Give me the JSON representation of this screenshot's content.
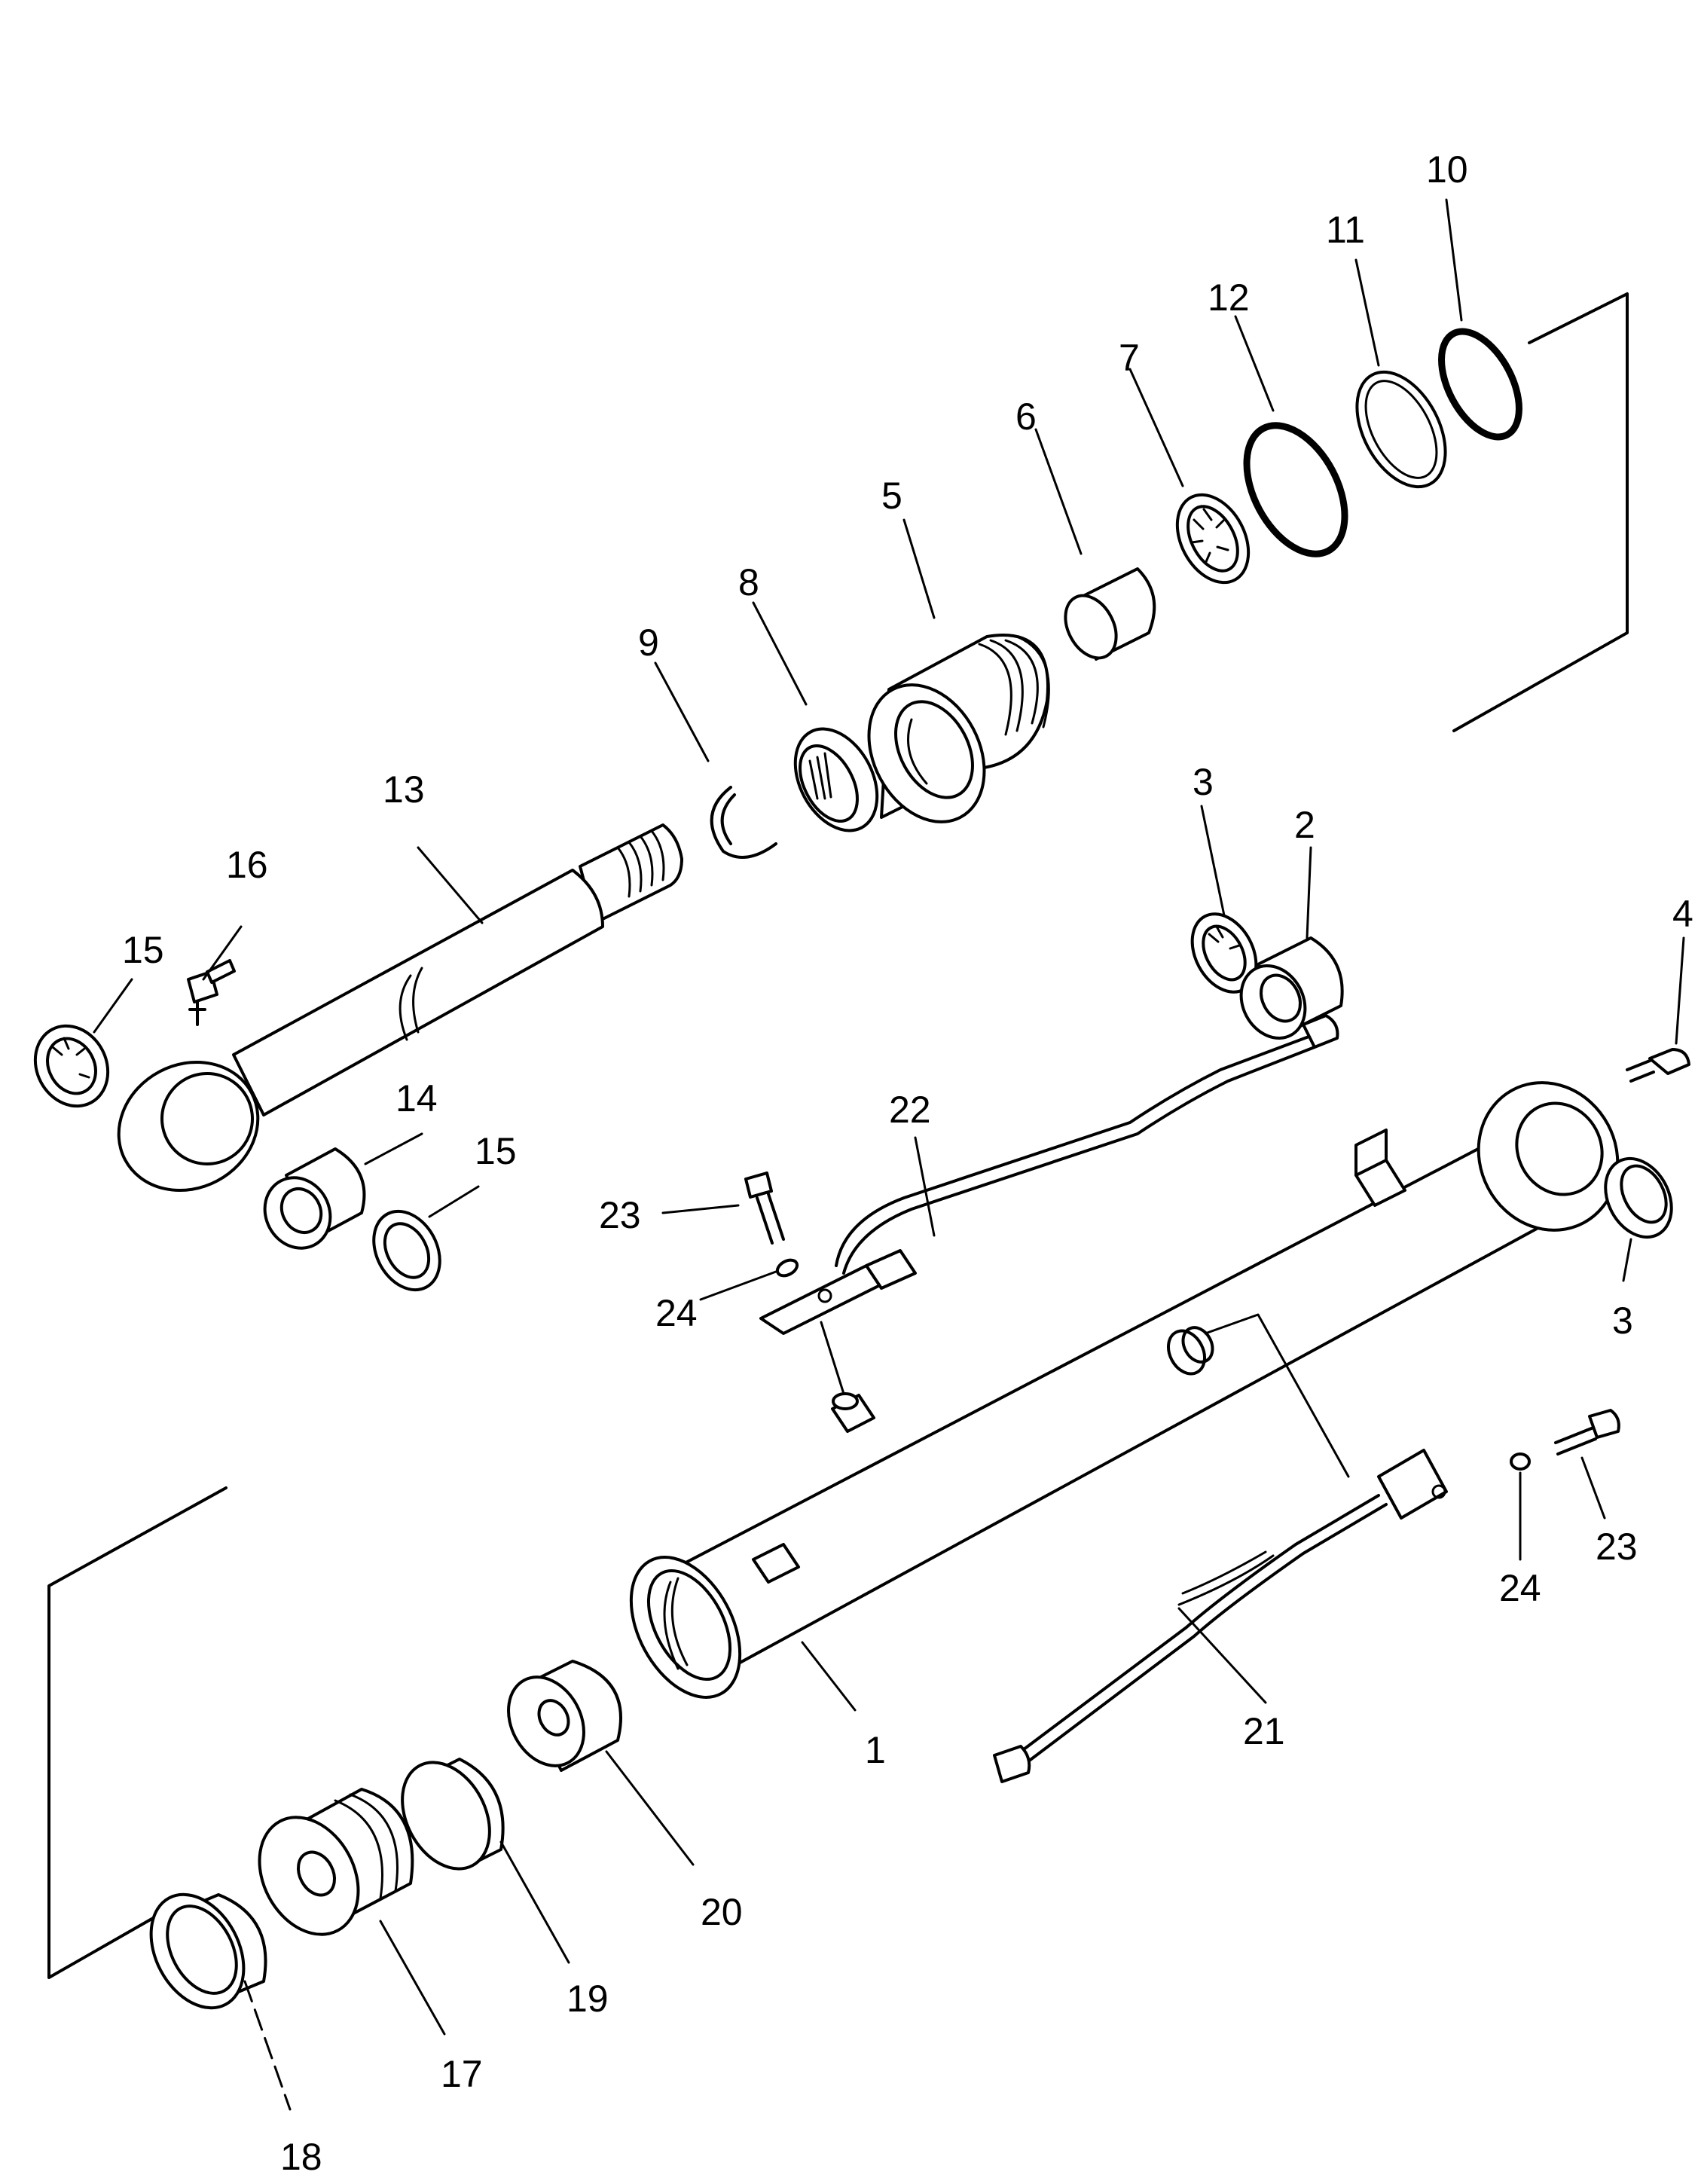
{
  "labels": {
    "p1": "1",
    "p2": "2",
    "p3a": "3",
    "p3b": "3",
    "p4": "4",
    "p5": "5",
    "p6": "6",
    "p7": "7",
    "p8": "8",
    "p9": "9",
    "p10": "10",
    "p11": "11",
    "p12": "12",
    "p13": "13",
    "p14": "14",
    "p15a": "15",
    "p15b": "15",
    "p16": "16",
    "p17": "17",
    "p18": "18",
    "p19": "19",
    "p20": "20",
    "p21": "21",
    "p22": "22",
    "p23a": "23",
    "p23b": "23",
    "p24a": "24",
    "p24b": "24"
  }
}
